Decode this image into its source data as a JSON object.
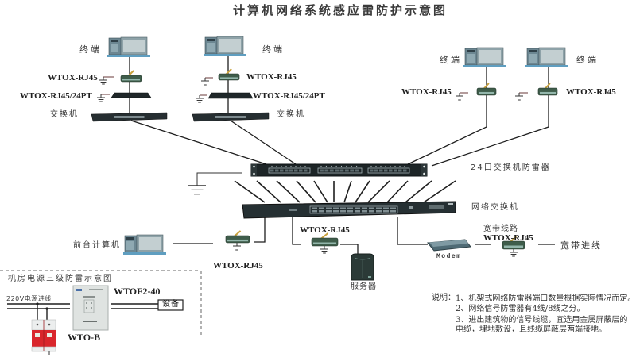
{
  "title": "计算机网络系统感应雷防护示意图",
  "terminals_left": [
    {
      "terminal_label": "终端",
      "protector_label": "WTOX-RJ45",
      "arrester_label": "WTOX-RJ45/24PT",
      "switch_label": "交换机"
    },
    {
      "terminal_label": "终端",
      "protector_label": "WTOX-RJ45",
      "arrester_label": "WTOX-RJ45/24PT",
      "switch_label": "交换机"
    }
  ],
  "terminals_right": [
    {
      "terminal_label": "终端",
      "protector_label": "WTOX-RJ45"
    },
    {
      "terminal_label": "终端",
      "protector_label": "WTOX-RJ45"
    }
  ],
  "core": {
    "arrester_label": "24口交换机防雷器",
    "switch_label": "网络交换机"
  },
  "front_desk": {
    "computer_label": "前台计算机",
    "protector_label": "WTOX-RJ45"
  },
  "server_branch": {
    "protector_label": "WTOX-RJ45",
    "server_label": "服务器"
  },
  "broadband": {
    "modem_label": "Modem",
    "line_label": "宽带线路",
    "protector_label": "WTOX-RJ45",
    "incoming_label": "宽带进线"
  },
  "power_inset": {
    "title": "机房电源三级防雷示意图",
    "incoming_label": "220V电源进线",
    "protector_box_label": "WTOF2-40",
    "spd_label": "WTO-B",
    "equipment_label": "设备"
  },
  "notes": {
    "heading": "说明：",
    "lines": [
      "1、机架式网络防雷器端口数量根据实际情况而定。",
      "2、网络信号防雷器有4线/8线之分。",
      "3、进出建筑物的信号线缆，宜选用金属屏蔽层的",
      "电缆，埋地敷设，且线缆屏蔽层两端接地。"
    ]
  }
}
